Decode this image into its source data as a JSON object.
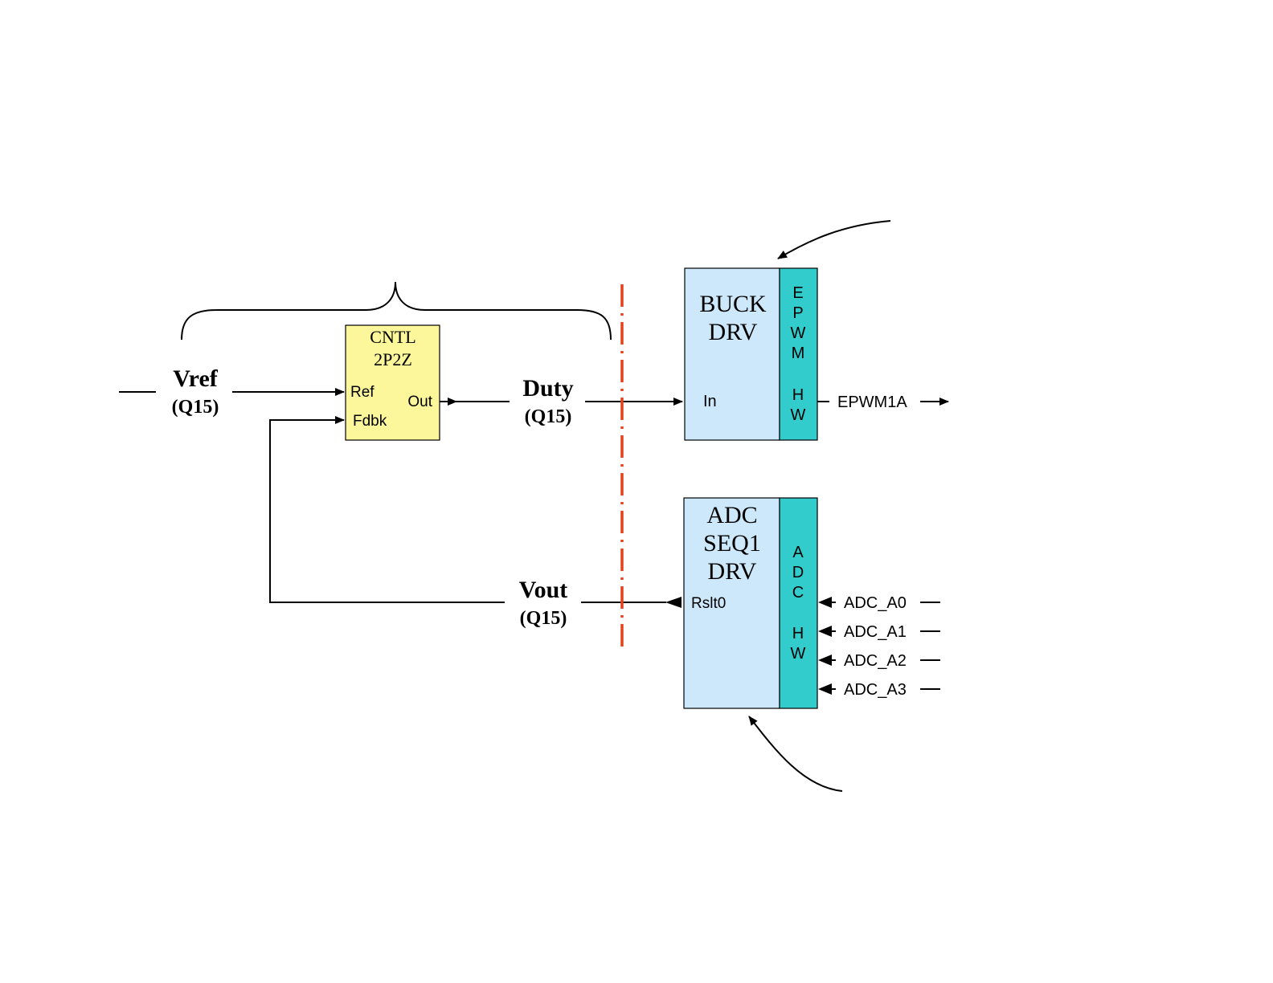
{
  "colors": {
    "controller_fill": "#fbf79a",
    "driver_fill": "#cce8fa",
    "hw_fill": "#33cccc",
    "divider": "#e5401a",
    "line": "#000000"
  },
  "controller": {
    "title_line1": "CNTL",
    "title_line2": "2P2Z",
    "port_ref": "Ref",
    "port_fdbk": "Fdbk",
    "port_out": "Out"
  },
  "signals": {
    "vref_name": "Vref",
    "vref_format": "(Q15)",
    "duty_name": "Duty",
    "duty_format": "(Q15)",
    "vout_name": "Vout",
    "vout_format": "(Q15)"
  },
  "buck_driver": {
    "title_line1": "BUCK",
    "title_line2": "DRV",
    "port_in": "In",
    "hw_letters": [
      "E",
      "P",
      "W",
      "M",
      "H",
      "W"
    ],
    "output_label": "EPWM1A"
  },
  "adc_driver": {
    "title_line1": "ADC",
    "title_line2": "SEQ1",
    "title_line3": "DRV",
    "port_rslt": "Rslt0",
    "hw_letters": [
      "A",
      "D",
      "C",
      "H",
      "W"
    ],
    "inputs": [
      "ADC_A0",
      "ADC_A1",
      "ADC_A2",
      "ADC_A3"
    ]
  }
}
